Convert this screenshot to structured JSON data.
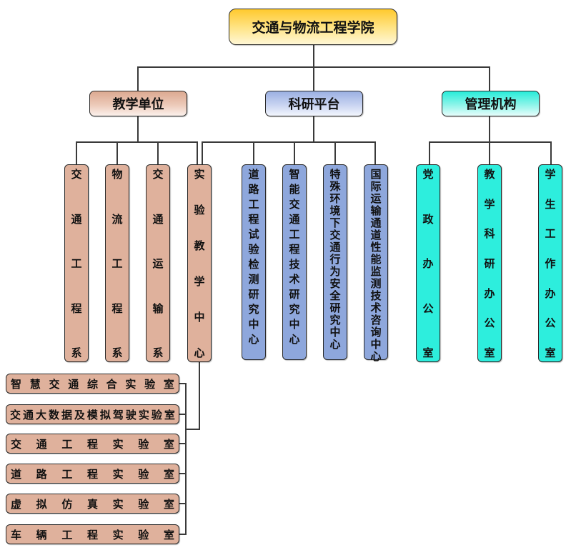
{
  "root": {
    "label": "交通与物流工程学院"
  },
  "branches": [
    {
      "label": "教学单位",
      "color": "#dfb19c",
      "children": [
        {
          "label": "交通工程系"
        },
        {
          "label": "物流工程系"
        },
        {
          "label": "交通运输系"
        },
        {
          "label": "实验教学中心"
        }
      ]
    },
    {
      "label": "科研平台",
      "color": "#8ea7dc",
      "children": [
        {
          "label": "道路工程试验检测研究中心"
        },
        {
          "label": "智能交通工程技术研究中心"
        },
        {
          "label": "特殊环境下交通行为安全研究中心"
        },
        {
          "label": "国际运输通道性能监测技术咨询中心"
        }
      ]
    },
    {
      "label": "管理机构",
      "color": "#2deedd",
      "children": [
        {
          "label": "党政办公室"
        },
        {
          "label": "教学科研办公室"
        },
        {
          "label": "学生工作办公室"
        }
      ]
    }
  ],
  "labs": {
    "parent": "实验教学中心",
    "items": [
      {
        "label": "智慧交通综合实验室"
      },
      {
        "label": "交通大数据及模拟驾驶实验室"
      },
      {
        "label": "交通工程实验室"
      },
      {
        "label": "道路工程实验室"
      },
      {
        "label": "虚拟仿真实验室"
      },
      {
        "label": "车辆工程实验室"
      }
    ]
  }
}
